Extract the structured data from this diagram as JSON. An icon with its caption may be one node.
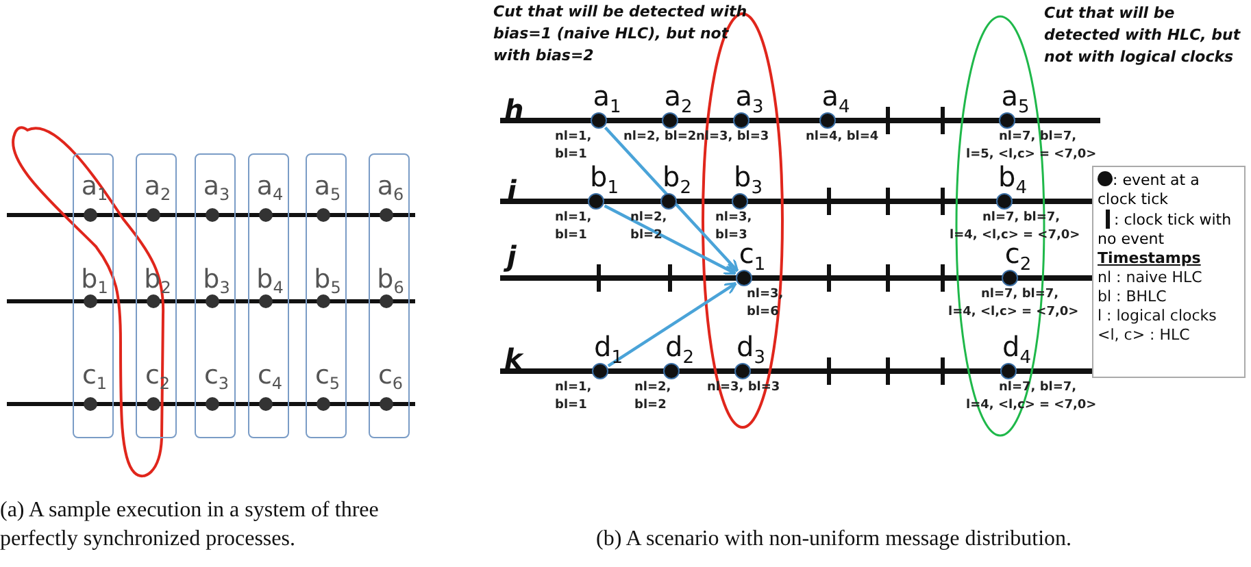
{
  "diagram": {
    "nodes": [
      {
        "text": [
          "a$_{1}$",
          "b$_{1}$",
          "c$_{1}$"
        ]
      },
      {
        "text": [
          "a$_{2}$",
          "b$_{2}$",
          "c$_{2}$"
        ]
      },
      {
        "text": [
          "a$_{3}$",
          "b$_{3}$",
          "c$_{3}$"
        ]
      },
      {
        "text": [
          "a$_{4}$",
          "b$_{4}$",
          "c$_{4}$"
        ]
      },
      {
        "text": [
          "a$_{5}$",
          "b$_{5}$",
          "c$_{5}$"
        ]
      },
      {
        "text": [
          "a$_{6}$",
          "b$_{6}$",
          "c$_{6}$"
        ]
      },
      {
        "text": [
          "a$_{1}$"
        ],
        "beside": [
          "nl=1, bl=1"
        ]
      },
      {
        "text": [
          "a$_{2}$"
        ],
        "beside": [
          "nl=2, bl=2"
        ]
      },
      {
        "text": [
          "a$_{3}$"
        ],
        "beside": [
          "nl=3, bl=3"
        ]
      },
      {
        "text": [
          "a$_{4}$"
        ],
        "beside": [
          "nl=4, bl=4"
        ]
      },
      {
        "text": [
          "a$_{5}$"
        ],
        "beside": [
          "nl=7, bl=7, l=5, <l,c> = <7,0>"
        ]
      },
      {
        "text": [
          "b$_{1}$"
        ],
        "beside": [
          "nl=1, bl=1"
        ]
      },
      {
        "text": [
          "b$_{2}$"
        ],
        "beside": [
          "nl=2, bl=2"
        ]
      },
      {
        "text": [
          "b$_{3}$"
        ],
        "beside": [
          "nl=3, bl=3"
        ]
      },
      {
        "text": [
          "b$_{4}$"
        ],
        "beside": [
          "nl=7, bl=7, l=4, <l,c> = <7,0>"
        ]
      },
      {
        "text": [
          "c$_{1}$"
        ],
        "beside": [
          "nl=3, bl=6"
        ]
      },
      {
        "text": [
          "c$_{2}$"
        ],
        "beside": [
          "nl=7, bl=7, l=4, <l,c> = <7,0>"
        ]
      },
      {
        "text": [
          "d$_{1}$"
        ],
        "beside": [
          "nl=1, bl=1"
        ]
      },
      {
        "text": [
          "d$_{2}$"
        ],
        "beside": [
          "nl=2, bl=2"
        ]
      },
      {
        "text": [
          "d$_{3}$"
        ],
        "beside": [
          "nl=3, bl=3"
        ]
      },
      {
        "text": [
          "d$_{4}$"
        ],
        "beside": [
          "nl=7, bl=7, l=4, <l,c> = <7,0>"
        ]
      },
      {
        "text": [],
        "shape": "bar"
      },
      {
        "text": [],
        "shape": "bar"
      },
      {
        "text": [],
        "shape": "bar"
      }
    ],
    "edges": [
      {
        "from": 6,
        "to": 15,
        "arrow": "to"
      },
      {
        "from": 11,
        "to": 15,
        "arrow": "to"
      },
      {
        "from": 17,
        "to": 15,
        "arrow": "to"
      }
    ],
    "labels": [
      "h",
      "i",
      "j",
      "k",
      "Cut that will be detected with bias=1 (naive HLC), but not with bias=2",
      "Cut that will be detected with HLC, but not with logical clocks",
      "Timestamps",
      "nl : naive HLC",
      "bl : BHLC",
      "l : logical clocks",
      "<l, c> : HLC",
      "(a) A sample execution in a system of three perfectly synchronized processes.",
      "(b) A scenario with non-uniform message distribution."
    ],
    "legend": [
      {
        "text": ": event at a clock tick"
      },
      {
        "text": ": clock tick with no event"
      }
    ]
  }
}
